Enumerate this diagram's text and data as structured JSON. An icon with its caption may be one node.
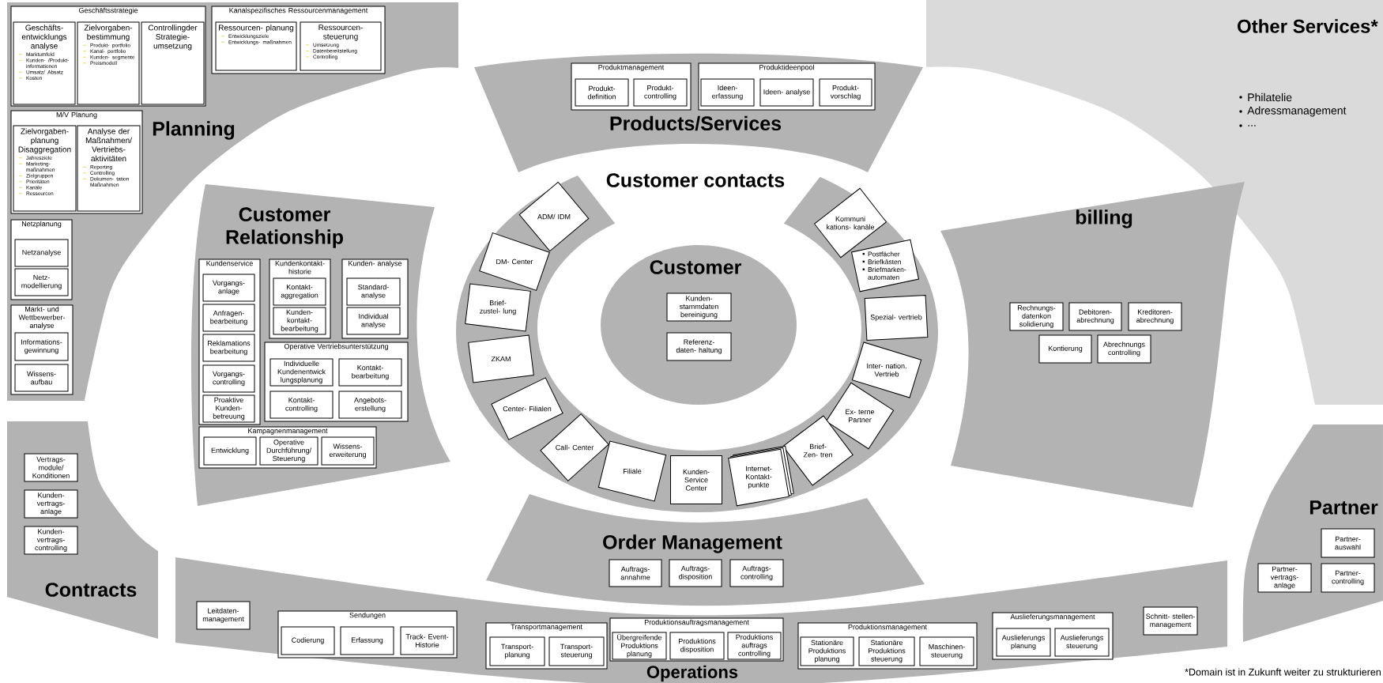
{
  "diagram": {
    "nodes": [
      {
        "text": [
          "Planning"
        ]
      },
      {
        "text": [
          "Geschäftsstrategie"
        ],
        "in": 0
      },
      {
        "text": [
          "Geschäfts- entwicklungs analyse",
          "Marktumfeld",
          "Kunden- /Produkt- informationen",
          "Umsatz/ Absatz",
          "Kosten"
        ],
        "in": 1
      },
      {
        "text": [
          "Zielvorgaben- bestimmung",
          "Produkt- portfolio",
          "Kanal- portfolio",
          "Kunden- segmente",
          "Preismodell"
        ],
        "in": 1
      },
      {
        "text": [
          "Controllingder Strategie- umsetzung"
        ],
        "in": 1
      },
      {
        "text": [
          "Kanalspezifisches Ressourcenmanagement"
        ],
        "in": 0
      },
      {
        "text": [
          "Ressourcen- planung",
          "Entwicklungsziele",
          "Entwicklungs- maßnahmen"
        ],
        "in": 5
      },
      {
        "text": [
          "Ressourcen- steuerung",
          "Umsetzung",
          "Datenbereitstellung",
          "Controlling"
        ],
        "in": 5
      },
      {
        "text": [
          "M/V Planung"
        ],
        "in": 0
      },
      {
        "text": [
          "Zielvorgaben- planung Disaggregation",
          "Jahresziele",
          "Marketing- maßnahmen",
          "Zielgruppen",
          "Prioritäten",
          "Kanäle",
          "Ressourcen"
        ],
        "in": 8
      },
      {
        "text": [
          "Analyse der Maßnahmen/ Vertriebs- aktivitäten",
          "Reporting",
          "Controlling",
          "Dokumen- tation Maßnahmen"
        ],
        "in": 8
      },
      {
        "text": [
          "Netzplanung"
        ],
        "in": 0
      },
      {
        "text": [
          "Netzanalyse"
        ],
        "in": 11
      },
      {
        "text": [
          "Netz- modellierung"
        ],
        "in": 11
      },
      {
        "text": [
          "Markt- und Wettbewerber- analyse"
        ],
        "in": 0
      },
      {
        "text": [
          "Informations- gewinnung"
        ],
        "in": 14
      },
      {
        "text": [
          "Wissens- aufbau"
        ],
        "in": 14
      },
      {
        "text": [
          "Products/Services"
        ]
      },
      {
        "text": [
          "Produktmanagement"
        ],
        "in": 17
      },
      {
        "text": [
          "Produkt- definition"
        ],
        "in": 18
      },
      {
        "text": [
          "Produkt- controlling"
        ],
        "in": 18
      },
      {
        "text": [
          "Produktideenpool"
        ],
        "in": 17
      },
      {
        "text": [
          "Ideen- erfassung"
        ],
        "in": 21
      },
      {
        "text": [
          "Ideen- analyse"
        ],
        "in": 21
      },
      {
        "text": [
          "Produkt- vorschlag"
        ],
        "in": 21
      },
      {
        "text": [
          "Other Services*",
          "Philatelie",
          "Adressmanagement",
          "..."
        ]
      },
      {
        "text": [
          "Customer Relationship"
        ]
      },
      {
        "text": [
          "Kundenservice"
        ],
        "in": 26
      },
      {
        "text": [
          "Vorgangs- anlage"
        ],
        "in": 27
      },
      {
        "text": [
          "Anfragen- bearbeitung"
        ],
        "in": 27
      },
      {
        "text": [
          "Reklamations bearbeitung"
        ],
        "in": 27
      },
      {
        "text": [
          "Vorgangs- controlling"
        ],
        "in": 27
      },
      {
        "text": [
          "Proaktive Kunden- betreuung"
        ],
        "in": 27
      },
      {
        "text": [
          "Kundenkontakt- historie"
        ],
        "in": 26
      },
      {
        "text": [
          "Kontakt- aggregation"
        ],
        "in": 33
      },
      {
        "text": [
          "Kunden- kontakt- bearbeitung"
        ],
        "in": 33
      },
      {
        "text": [
          "Kunden- analyse"
        ],
        "in": 26
      },
      {
        "text": [
          "Standard- analyse"
        ],
        "in": 36
      },
      {
        "text": [
          "Individual analyse"
        ],
        "in": 36
      },
      {
        "text": [
          "Operative Vertriebsunterstützung"
        ],
        "in": 26
      },
      {
        "text": [
          "Individuelle Kundenentwick lungsplanung"
        ],
        "in": 39
      },
      {
        "text": [
          "Kontakt- bearbeitung"
        ],
        "in": 39
      },
      {
        "text": [
          "Kontakt- controlling"
        ],
        "in": 39
      },
      {
        "text": [
          "Angebots- erstellung"
        ],
        "in": 39
      },
      {
        "text": [
          "Kampagnenmanagement"
        ],
        "in": 26
      },
      {
        "text": [
          "Entwicklung"
        ],
        "in": 44
      },
      {
        "text": [
          "Operative Durchführung/ Steuerung"
        ],
        "in": 44
      },
      {
        "text": [
          "Wissens- erweiterung"
        ],
        "in": 44
      },
      {
        "text": [
          "Customer contacts"
        ]
      },
      {
        "text": [
          "ADM/ IDM"
        ],
        "in": 48
      },
      {
        "text": [
          "Kommuni kations- kanäle"
        ],
        "in": 48
      },
      {
        "text": [
          "DM- Center"
        ],
        "in": 48
      },
      {
        "text": [
          "Postfächer",
          "Briefkästen",
          "Briefmarken- automaten"
        ],
        "in": 48
      },
      {
        "text": [
          "Brief- zustel- lung"
        ],
        "in": 48
      },
      {
        "text": [
          "Spezial- vertrieb"
        ],
        "in": 48
      },
      {
        "text": [
          "ZKAM"
        ],
        "in": 48
      },
      {
        "text": [
          "Inter- nation. Vertrieb"
        ],
        "in": 48
      },
      {
        "text": [
          "Center- Filialen"
        ],
        "in": 48
      },
      {
        "text": [
          "Ex- terne Partner"
        ],
        "in": 48
      },
      {
        "text": [
          "Call- Center"
        ],
        "in": 48
      },
      {
        "text": [
          "Brief- Zen- tren"
        ],
        "in": 48
      },
      {
        "text": [
          "Filiale"
        ],
        "in": 48
      },
      {
        "text": [
          "Kunden- Service Center"
        ],
        "in": 48
      },
      {
        "text": [
          "Internet- Kontakt- punkte"
        ],
        "in": 48
      },
      {
        "text": [
          "Customer"
        ],
        "in": 48
      },
      {
        "text": [
          "Kunden- stammdaten bereinigung"
        ],
        "in": 64
      },
      {
        "text": [
          "Referenz- daten- haltung"
        ],
        "in": 64
      },
      {
        "text": [
          "billing"
        ]
      },
      {
        "text": [
          "Rechnungs- datenkon solidierung"
        ],
        "in": 67
      },
      {
        "text": [
          "Debitoren- abrechnung"
        ],
        "in": 67
      },
      {
        "text": [
          "Kreditoren- abrechnung"
        ],
        "in": 67
      },
      {
        "text": [
          "Kontierung"
        ],
        "in": 67
      },
      {
        "text": [
          "Abrechnungs controlling"
        ],
        "in": 67
      },
      {
        "text": [
          "Contracts"
        ]
      },
      {
        "text": [
          "Vertrags- module/ Konditionen"
        ],
        "in": 73
      },
      {
        "text": [
          "Kunden- vertrags- anlage"
        ],
        "in": 73
      },
      {
        "text": [
          "Kunden- vertrags- controlling"
        ],
        "in": 73
      },
      {
        "text": [
          "Order Management"
        ]
      },
      {
        "text": [
          "Auftrags- annahme"
        ],
        "in": 77
      },
      {
        "text": [
          "Auftrags- disposition"
        ],
        "in": 77
      },
      {
        "text": [
          "Auftrags- controlling"
        ],
        "in": 77
      },
      {
        "text": [
          "Partner"
        ]
      },
      {
        "text": [
          "Partner- auswahl"
        ],
        "in": 81
      },
      {
        "text": [
          "Partner- vertrags- anlage"
        ],
        "in": 81
      },
      {
        "text": [
          "Partner- controlling"
        ],
        "in": 81
      },
      {
        "text": [
          "Operations"
        ]
      },
      {
        "text": [
          "Leitdaten- management"
        ],
        "in": 85
      },
      {
        "text": [
          "Sendungen"
        ],
        "in": 85
      },
      {
        "text": [
          "Codierung"
        ],
        "in": 87
      },
      {
        "text": [
          "Erfassung"
        ],
        "in": 87
      },
      {
        "text": [
          "Track- Event- Historie"
        ],
        "in": 87
      },
      {
        "text": [
          "Transportmanagement"
        ],
        "in": 85
      },
      {
        "text": [
          "Transport- planung"
        ],
        "in": 91
      },
      {
        "text": [
          "Transport- steuerung"
        ],
        "in": 91
      },
      {
        "text": [
          "Produktionsauftragsmanagement"
        ],
        "in": 85
      },
      {
        "text": [
          "Übergreifende Produktions planung"
        ],
        "in": 94
      },
      {
        "text": [
          "Produktions disposition"
        ],
        "in": 94
      },
      {
        "text": [
          "Produktions auftrags controlling"
        ],
        "in": 94
      },
      {
        "text": [
          "Produktionsmanagement"
        ],
        "in": 85
      },
      {
        "text": [
          "Stationäre Produktions planung"
        ],
        "in": 98
      },
      {
        "text": [
          "Stationäre Produktions steuerung"
        ],
        "in": 98
      },
      {
        "text": [
          "Maschinen- steuerung"
        ],
        "in": 98
      },
      {
        "text": [
          "Auslieferungsmanagement"
        ],
        "in": 85
      },
      {
        "text": [
          "Auslieferungs planung"
        ],
        "in": 102
      },
      {
        "text": [
          "Auslieferungs steuerung"
        ],
        "in": 102
      },
      {
        "text": [
          "Schnitt- stellen- management"
        ],
        "in": 85
      }
    ],
    "labels": [
      "*Domain ist in Zukunft weiter zu strukturieren"
    ]
  }
}
